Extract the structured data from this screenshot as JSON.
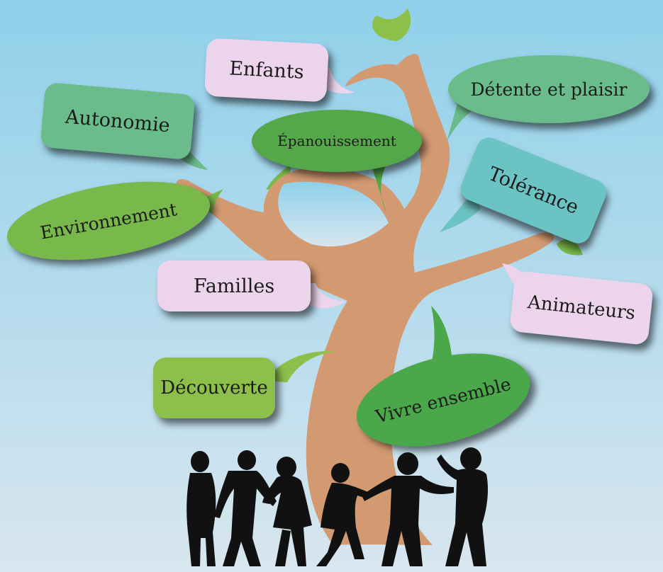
{
  "colors": {
    "sky_top": "#8fd0ea",
    "sky_bottom": "#d8e6ef",
    "trunk": "#d39a72",
    "leaf": "#8cc04a",
    "pink": "#ecd5ec",
    "teal_green": "#6bbc8b",
    "bright_green": "#79b84a",
    "teal": "#6cc3c3",
    "silhouette": "#111111"
  },
  "bubbles": {
    "enfants": "Enfants",
    "detente": "Détente et plaisir",
    "autonomie": "Autonomie",
    "epanouissement": "Épanouissement",
    "tolerance": "Tolérance",
    "environnement": "Environnement",
    "familles": "Familles",
    "animateurs": "Animateurs",
    "decouverte": "Découverte",
    "vivre_ensemble": "Vivre ensemble"
  }
}
